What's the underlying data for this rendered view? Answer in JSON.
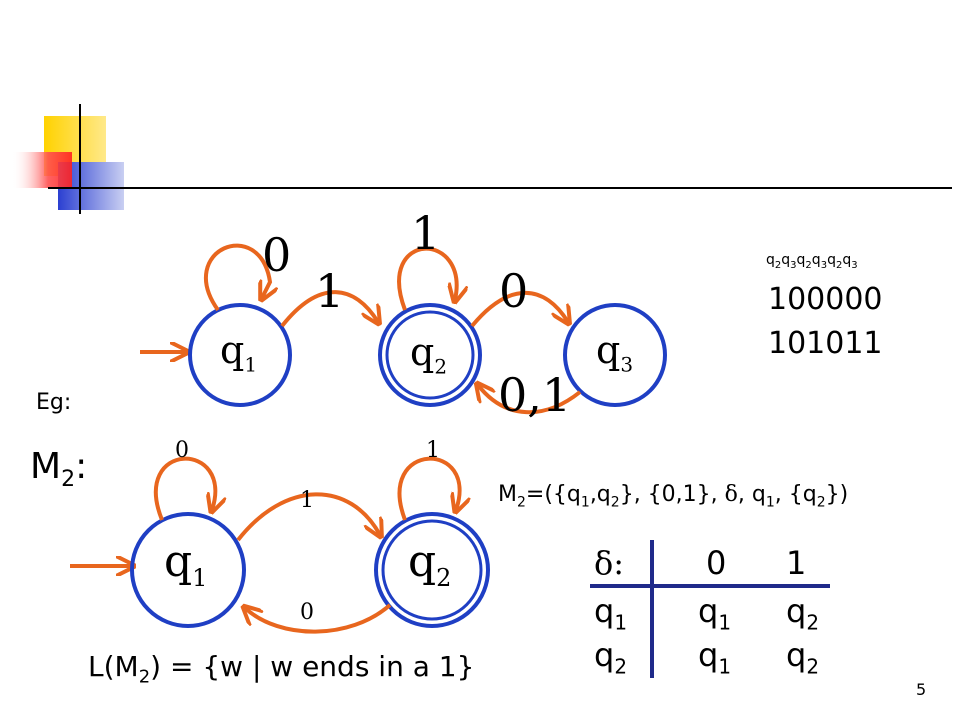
{
  "colors": {
    "state_stroke": "#1f3fc4",
    "arrow": "#e8661e",
    "table_rule": "#1f2a8a",
    "title_rule": "#000000",
    "deco_yellow": "#ffd200",
    "deco_red": "#ff3b3b",
    "deco_blue": "#2b3fd1"
  },
  "machine1": {
    "states": [
      {
        "id": "q1",
        "label_base": "q",
        "label_sub": "1",
        "accepting": false,
        "start": true
      },
      {
        "id": "q2",
        "label_base": "q",
        "label_sub": "2",
        "accepting": true,
        "start": false
      },
      {
        "id": "q3",
        "label_base": "q",
        "label_sub": "3",
        "accepting": false,
        "start": false
      }
    ],
    "edges": [
      {
        "from": "q1",
        "to": "q1",
        "label": "0"
      },
      {
        "from": "q1",
        "to": "q2",
        "label": "1"
      },
      {
        "from": "q2",
        "to": "q2",
        "label": "1"
      },
      {
        "from": "q2",
        "to": "q3",
        "label": "0"
      },
      {
        "from": "q3",
        "to": "q2",
        "label": "0,1"
      }
    ],
    "state_sequence": [
      "q2",
      "q3",
      "q2",
      "q3",
      "q2",
      "q3"
    ],
    "inputs": [
      "100000",
      "101011"
    ]
  },
  "eg_label": "Eg:",
  "machine2": {
    "name_base": "M",
    "name_sub": "2",
    "name_suffix": ":",
    "states": [
      {
        "id": "q1",
        "label_base": "q",
        "label_sub": "1",
        "accepting": false,
        "start": true
      },
      {
        "id": "q2",
        "label_base": "q",
        "label_sub": "2",
        "accepting": true,
        "start": false
      }
    ],
    "edges": [
      {
        "from": "q1",
        "to": "q1",
        "label": "0"
      },
      {
        "from": "q2",
        "to": "q2",
        "label": "1"
      },
      {
        "from": "q1",
        "to": "q2",
        "label": "1"
      },
      {
        "from": "q2",
        "to": "q1",
        "label": "0"
      }
    ],
    "definition": {
      "prefix": "M",
      "prefix_sub": "2",
      "open": "=({q",
      "s1": "1",
      "comma": ",q",
      "s2": "2",
      "mid": "}, {0,1}, ",
      "delta": "δ",
      "tail1": ", q",
      "s3": "1",
      "tail2": ", {q",
      "s4": "2",
      "close": "})"
    },
    "table": {
      "corner": "δ:",
      "columns": [
        "0",
        "1"
      ],
      "rows": [
        {
          "state_base": "q",
          "state_sub": "1",
          "cells": [
            {
              "base": "q",
              "sub": "1"
            },
            {
              "base": "q",
              "sub": "2"
            }
          ]
        },
        {
          "state_base": "q",
          "state_sub": "2",
          "cells": [
            {
              "base": "q",
              "sub": "1"
            },
            {
              "base": "q",
              "sub": "2"
            }
          ]
        }
      ]
    },
    "language": {
      "prefix": "L(M",
      "sub": "2",
      "suffix": ") = {w | w ends in a 1}"
    }
  },
  "page_number": "5"
}
